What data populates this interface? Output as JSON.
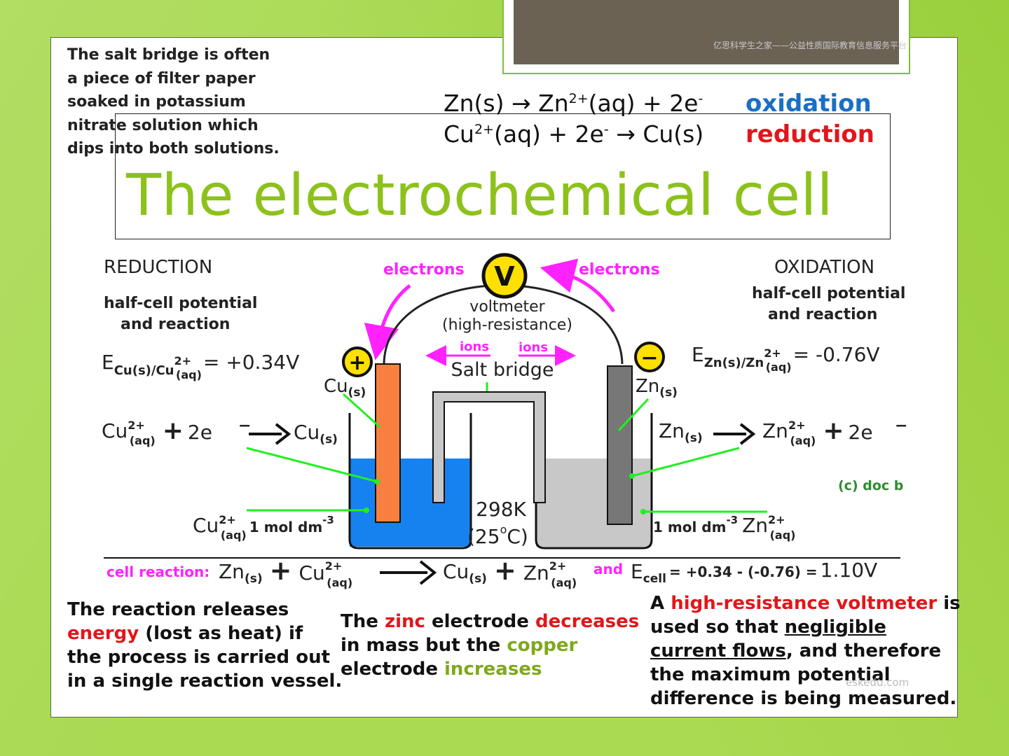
{
  "watermark": "亿思科学生之家——公益性质国际教育信息服务平台",
  "salt_note": {
    "lines": [
      "The salt bridge is often",
      "a piece of filter paper",
      "soaked in potassium",
      "nitrate solution which",
      "dips into both solutions."
    ]
  },
  "title": "The electrochemical cell",
  "equations": {
    "ox_left": "Zn(s) → Zn",
    "ox_sup": "2+",
    "ox_right": "(aq) + 2e",
    "ox_e_sup": "-",
    "ox_label": "oxidation",
    "red_left": "Cu",
    "red_sup": "2+",
    "red_mid": "(aq) + 2e",
    "red_e_sup": "-",
    "red_right": "→ Cu(s)",
    "red_label": "reduction"
  },
  "diagram": {
    "reduction": "REDUCTION",
    "half_cell_l1": "half-cell potential",
    "half_cell_l2": "and reaction",
    "oxidation": "OXIDATION",
    "half_cell_r1": "half-cell potential",
    "half_cell_r2": "and reaction",
    "electrons_left": "electrons",
    "electrons_right": "electrons",
    "voltmeter_symbol": "V",
    "voltmeter_l1": "voltmeter",
    "voltmeter_l2": "(high-resistance)",
    "ions_left": "ions",
    "ions_right": "ions",
    "salt_bridge": "Salt bridge",
    "plus": "+",
    "minus": "−",
    "e_cu": "E",
    "e_cu_sub": "Cu(s)/Cu",
    "e_cu_sup": "2+",
    "e_cu_sub2": "(aq)",
    "e_cu_value": "= +0.34V",
    "e_zn": "E",
    "e_zn_sub": "Zn(s)/Zn",
    "e_zn_sup": "2+",
    "e_zn_sub2": "(aq)",
    "e_zn_value": "= -0.76V",
    "cu_electrode": "Cu",
    "cu_electrode_sub": "(s)",
    "zn_electrode": "Zn",
    "zn_electrode_sub": "(s)",
    "cu_half_lhs": "Cu",
    "cu_half_lhs_sup": "2+",
    "cu_half_lhs_sub": "(aq)",
    "cu_half_plus": "+",
    "cu_half_2e": "2e",
    "cu_half_rhs": "Cu",
    "cu_half_rhs_sub": "(s)",
    "zn_half_lhs": "Zn",
    "zn_half_lhs_sub": "(s)",
    "zn_half_rhs": "Zn",
    "zn_half_rhs_sup": "2+",
    "zn_half_rhs_sub": "(aq)",
    "zn_half_plus": "+",
    "zn_half_2e": "2e",
    "copyright": "(c) doc b",
    "temp_l1": "298K",
    "temp_l2": "(25",
    "temp_l2_deg": "o",
    "temp_l2_end": "C)",
    "cu_conc_ion": "Cu",
    "cu_conc_sup": "2+",
    "cu_conc_sub": "(aq)",
    "cu_conc_value": "1 mol dm",
    "cu_conc_exp": "-3",
    "zn_conc_value": "1 mol dm",
    "zn_conc_exp": "-3",
    "zn_conc_ion": "Zn",
    "zn_conc_sup": "2+",
    "zn_conc_sub": "(aq)",
    "cell_reaction_label": "cell reaction:",
    "cell_zn": "Zn",
    "cell_zn_sub": "(s)",
    "cell_plus1": "+",
    "cell_cu": "Cu",
    "cell_cu_sup": "2+",
    "cell_cu_sub": "(aq)",
    "cell_cu_prod": "Cu",
    "cell_cu_prod_sub": "(s)",
    "cell_plus2": "+",
    "cell_zn_prod": "Zn",
    "cell_zn_prod_sup": "2+",
    "cell_zn_prod_sub": "(aq)",
    "cell_and": "and",
    "cell_e": "E",
    "cell_e_sub": "cell",
    "cell_e_calc": "= +0.34 - (-0.76) =",
    "cell_e_value": "1.10V"
  },
  "captions": {
    "left": {
      "l1": "The reaction releases",
      "l2_red": "energy",
      "l2_rest": " (lost as heat) if",
      "l3": "the process is carried out",
      "l4": "in a single reaction vessel."
    },
    "middle": {
      "l1_a": "The ",
      "l1_zinc": "zinc",
      "l1_b": " electrode ",
      "l1_dec": "decreases",
      "l2_a": "in mass but the ",
      "l2_copper": "copper",
      "l3_a": "electrode ",
      "l3_inc": "increases"
    },
    "right": {
      "l1_a": "A ",
      "l1_red": "high-resistance voltmeter",
      "l1_b": " is",
      "l2_a": "used so that ",
      "l2_u": "negligible",
      "l3_u": "current flows",
      "l3_b": ", and therefore",
      "l4": "the maximum potential",
      "l5": "difference is being measured."
    }
  },
  "site": "eskedu.com",
  "colors": {
    "background": "#9fd63e",
    "title": "#8cc21b",
    "oxidation": "#1a6fc4",
    "reduction": "#e2161a",
    "magenta": "#ff22ff",
    "copper": "#f77f3f",
    "zinc": "#777777",
    "cu_solution": "#1682f0",
    "zn_solution": "#c8c8c8",
    "pointer": "#22ee22",
    "accent_green": "#7fa81c"
  }
}
